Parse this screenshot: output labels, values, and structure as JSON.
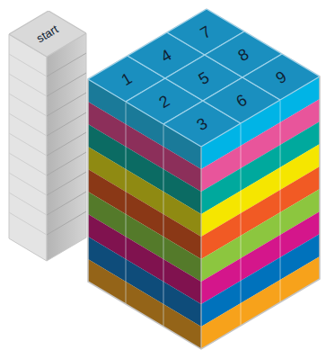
{
  "diagram": {
    "nodes": [
      {
        "text": [
          "start"
        ]
      },
      {
        "text": [
          "1"
        ]
      },
      {
        "text": [
          "2"
        ]
      },
      {
        "text": [
          "3"
        ]
      },
      {
        "text": [
          "4"
        ]
      },
      {
        "text": [
          "5"
        ]
      },
      {
        "text": [
          "6"
        ]
      },
      {
        "text": [
          "7"
        ]
      },
      {
        "text": [
          "8"
        ]
      },
      {
        "text": [
          "9"
        ]
      }
    ]
  }
}
